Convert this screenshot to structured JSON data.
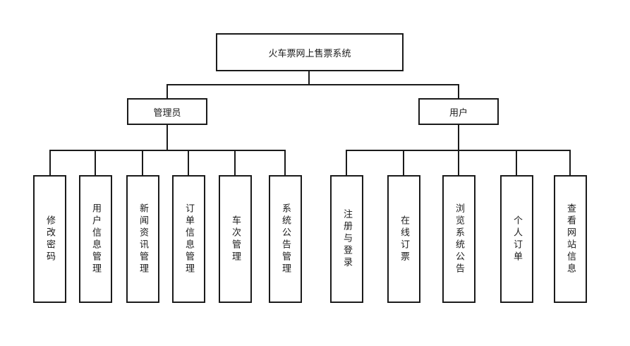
{
  "diagram": {
    "root": {
      "label": "火车票网上售票系统"
    },
    "groups": [
      {
        "label": "管理员",
        "children": [
          "修改密码",
          "用户信息管理",
          "新闻资讯管理",
          "订单信息管理",
          "车次管理",
          "系统公告管理"
        ]
      },
      {
        "label": "用户",
        "children": [
          "注册与登录",
          "在线订票",
          "浏览系统公告",
          "个人订单",
          "查看网站信息"
        ]
      }
    ]
  },
  "colors": {
    "stroke": "#1a1a1a",
    "background": "#ffffff"
  }
}
